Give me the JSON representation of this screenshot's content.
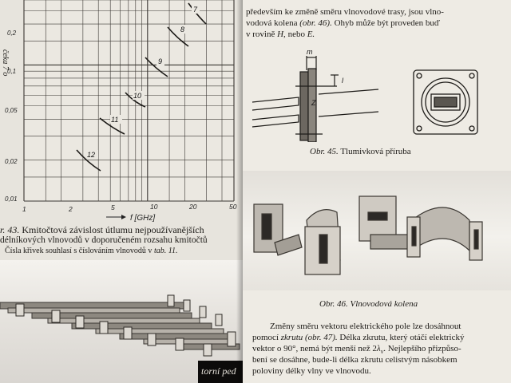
{
  "left_page": {
    "margin_fragment": "čeka 7 o",
    "chart": {
      "y_ticks": [
        "0,2",
        "0,1",
        "0,05",
        "0,02",
        "0,01"
      ],
      "x_ticks": [
        "1",
        "2",
        "5",
        "10",
        "20",
        "50"
      ],
      "x_axis_label": "f [GHz]",
      "curve_labels": [
        "7",
        "8",
        "9",
        "10",
        "11",
        "12"
      ]
    },
    "caption_line1_prefix": "r. 43.",
    "caption_line1_text": "Kmitočtová závislost útlumu nejpoužívanějších",
    "caption_line2": "délníkových vlnovodů v doporučeném rozsahu kmitočtů",
    "caption_line3_text": "Čísla křivek souhlasí s číslováním vlnovodů v",
    "caption_line3_ref": "tab. 11.",
    "bottom_fragment": "torní ped"
  },
  "right_page": {
    "para1_line1": "především ke změně směru vlnovodové trasy, jsou vlno-",
    "para1_line2_a": "vodová kolena",
    "para1_line2_ref": "(obr. 46).",
    "para1_line2_b": "Ohyb může být proveden buď",
    "para1_line3_a": "v rovině",
    "para1_line3_h": "H,",
    "para1_line3_b": "nebo",
    "para1_line3_e": "E.",
    "fig45_labels": {
      "m": "m",
      "l": "l",
      "z": "Z"
    },
    "fig45_caption_prefix": "Obr. 45.",
    "fig45_caption_text": "Tlumivková příruba",
    "fig46_caption": "Obr. 46. Vlnovodová kolena",
    "para2_line1": "Změny směru vektoru elektrického pole lze dosáhnout",
    "para2_line2_a": "pomocí",
    "para2_line2_i": "zkrutu",
    "para2_line2_ref": "(obr. 47).",
    "para2_line2_b": "Délka zkrutu, který otáčí elektrický",
    "para2_line3_a": "vektor o 90°, nemá být menší než 2",
    "para2_line3_lam": "λ",
    "para2_line3_sub": "v",
    "para2_line3_b": ". Nejlepšího přizpůso-",
    "para2_line4": "bení se dosáhne, bude-li délka zkrutu celistvým násobkem",
    "para2_line5": "poloviny délky vlny ve vlnovodu."
  }
}
